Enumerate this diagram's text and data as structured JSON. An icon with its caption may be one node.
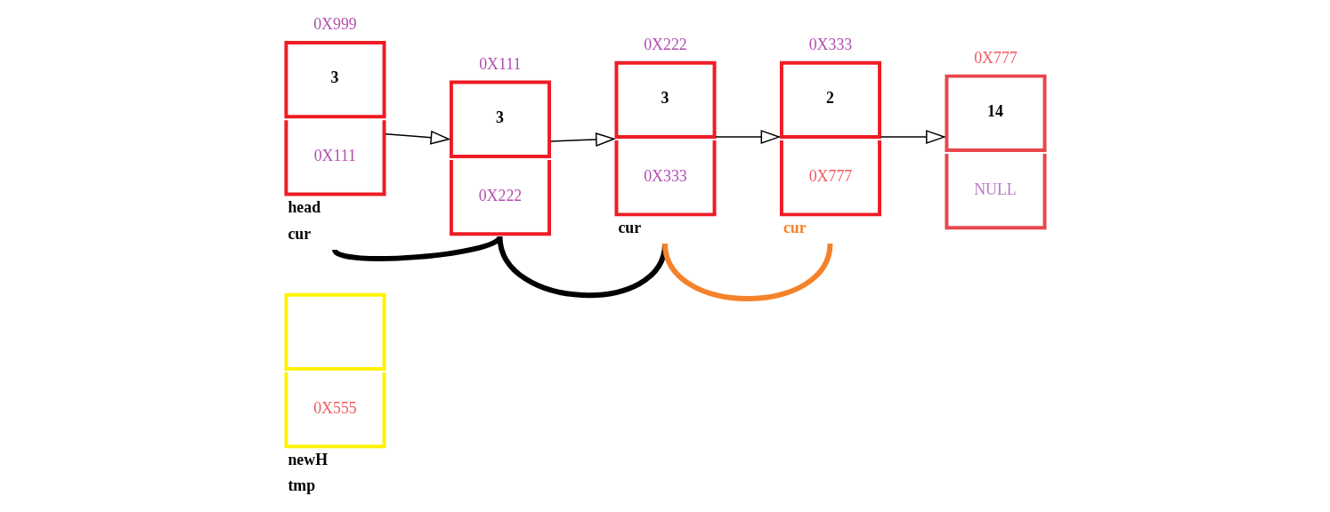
{
  "diagram": {
    "nodes": [
      {
        "text": [
          "3",
          "0X111"
        ],
        "beside": [
          "0X999",
          "head",
          "cur"
        ]
      },
      {
        "text": [
          "3",
          "0X222"
        ],
        "beside": [
          "0X111"
        ]
      },
      {
        "text": [
          "3",
          "0X333"
        ],
        "beside": [
          "0X222",
          "cur"
        ]
      },
      {
        "text": [
          "2",
          "0X777"
        ],
        "beside": [
          "0X333",
          "cur"
        ]
      },
      {
        "text": [
          "14",
          "NULL"
        ],
        "beside": [
          "0X777"
        ]
      },
      {
        "text": [
          "0X555"
        ],
        "beside": [
          "newH",
          "tmp"
        ]
      }
    ],
    "edges": [
      {
        "from": 0,
        "to": 1,
        "arrow": "to"
      },
      {
        "from": 1,
        "to": 2,
        "arrow": "to"
      },
      {
        "from": 2,
        "to": 3,
        "arrow": "to"
      },
      {
        "from": 3,
        "to": 4,
        "arrow": "to"
      },
      {
        "from": 0,
        "to": 1,
        "arrow": "none",
        "style": "thick"
      },
      {
        "from": 1,
        "to": 2,
        "arrow": "none",
        "style": "thick"
      },
      {
        "from": 2,
        "to": 3,
        "arrow": "none",
        "style": "thick",
        "color": "#f5822a"
      }
    ]
  }
}
